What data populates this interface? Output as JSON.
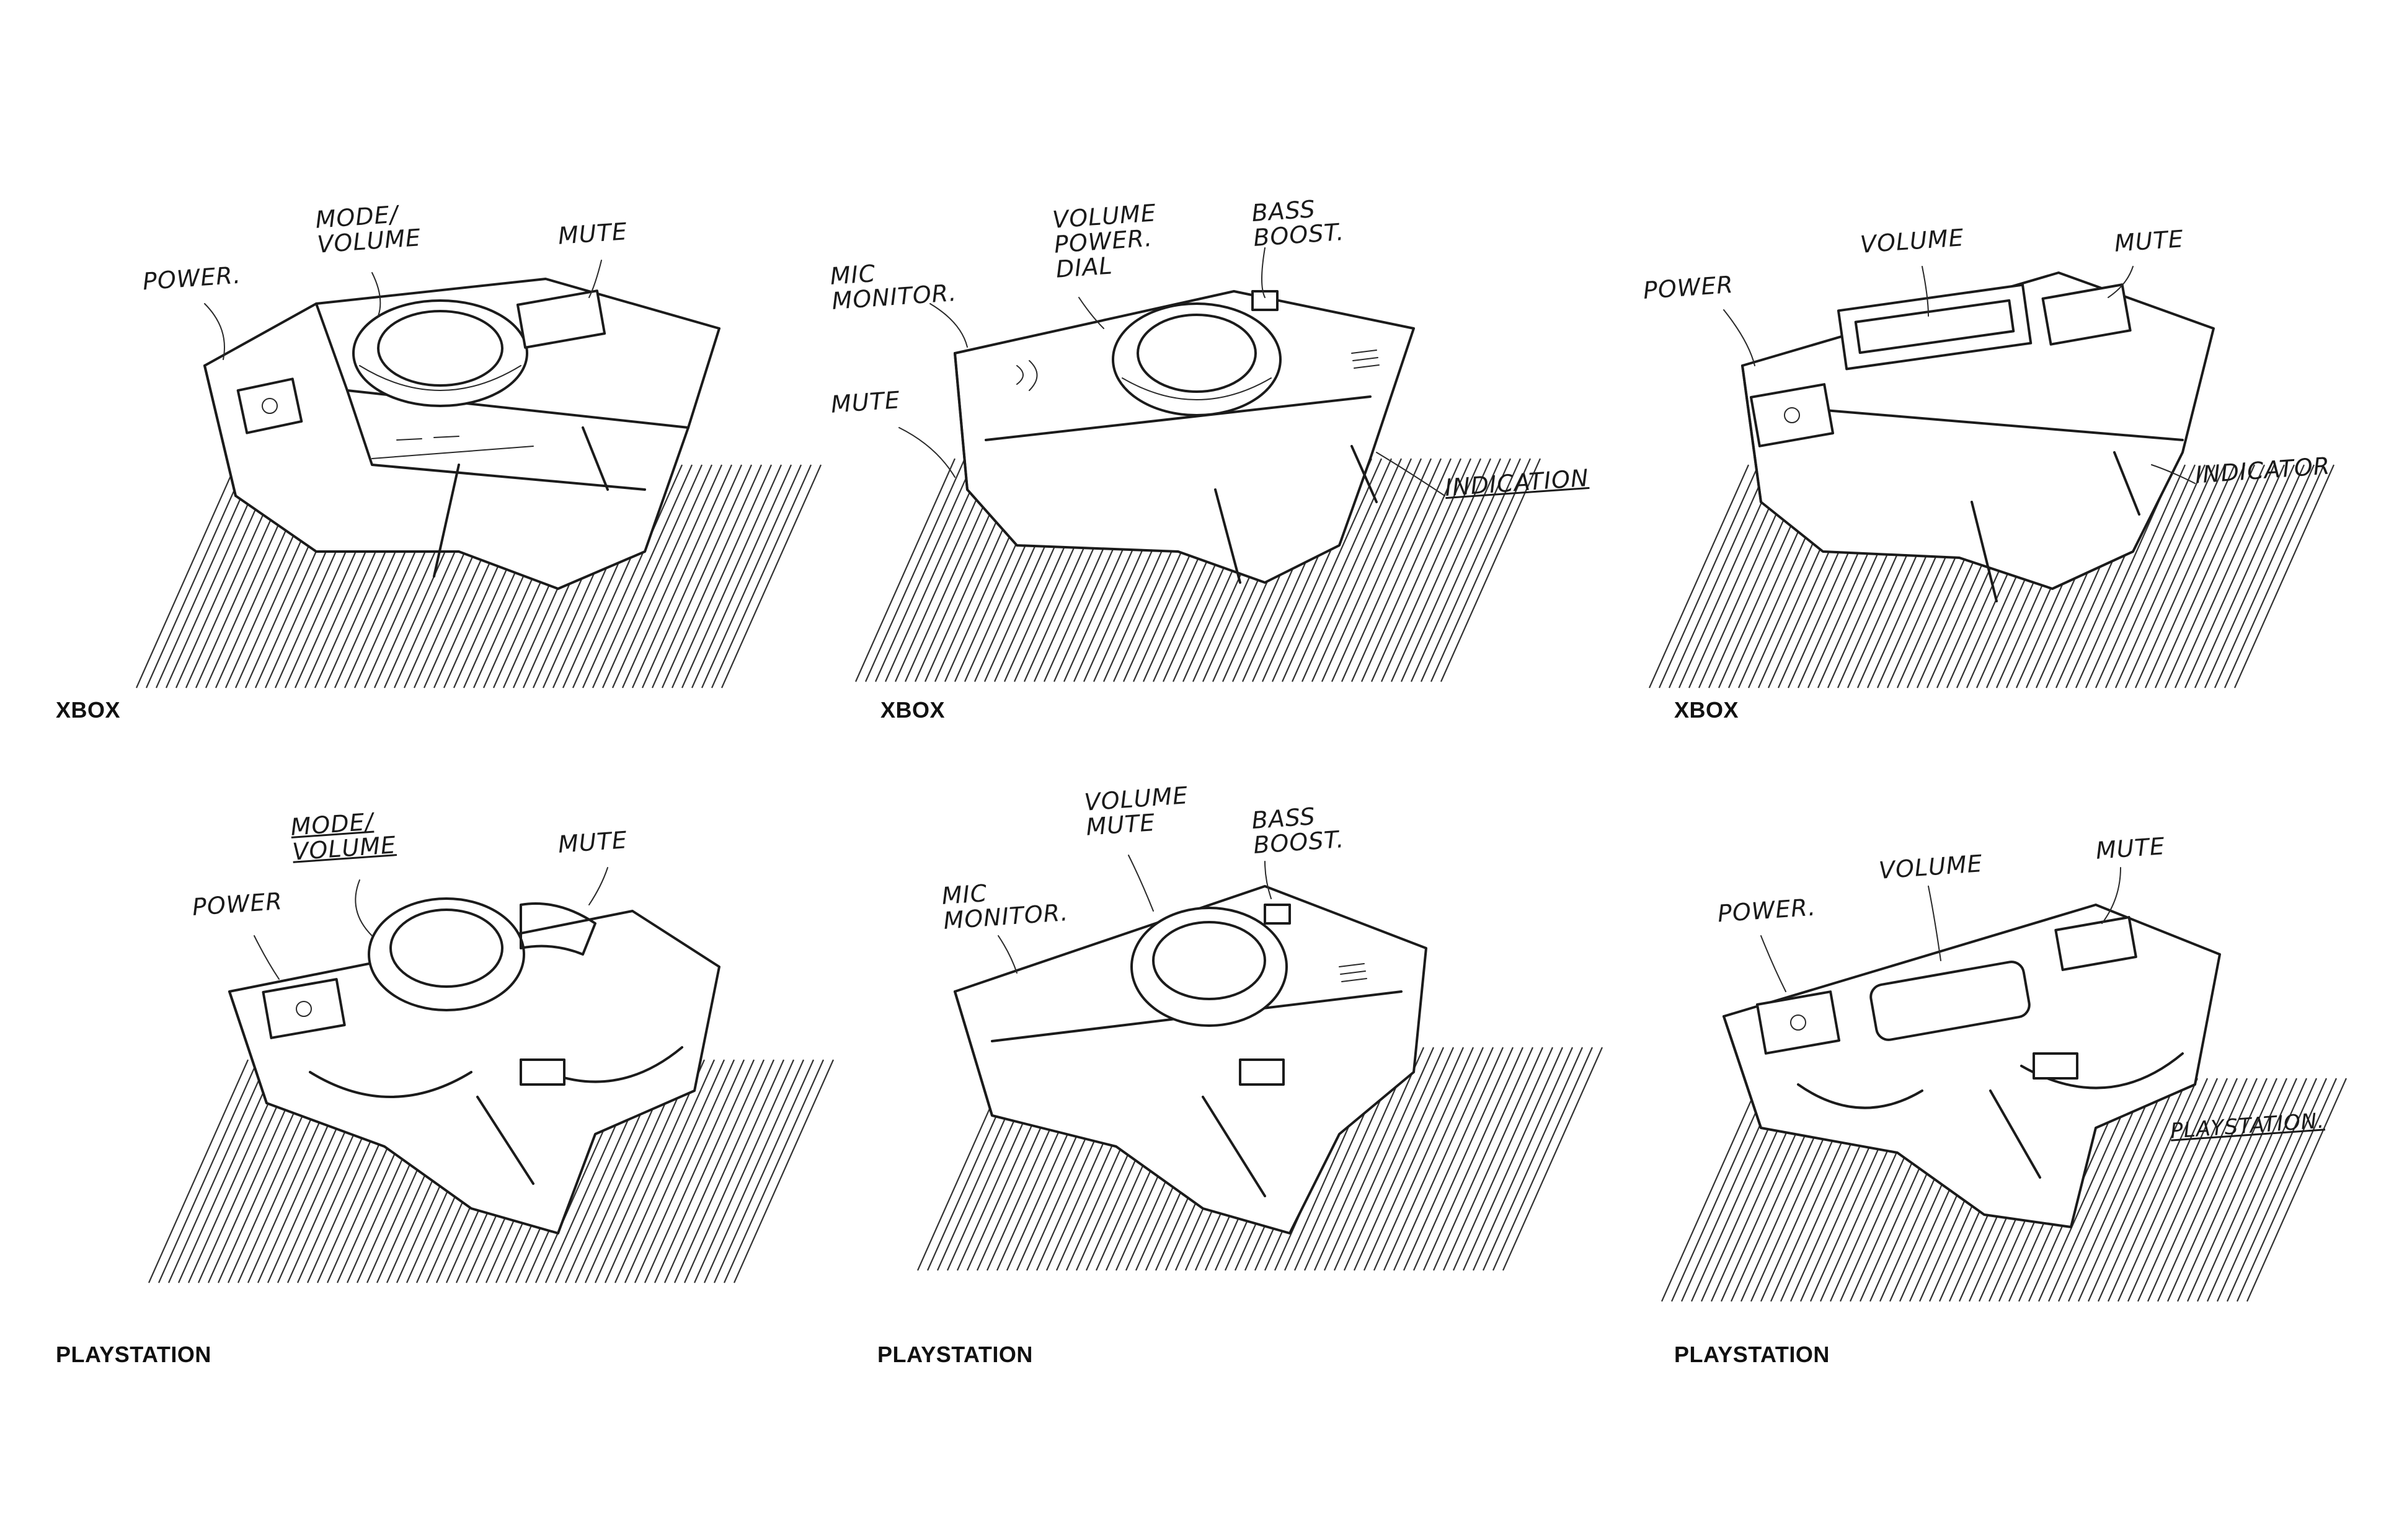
{
  "sketches": [
    {
      "platform": "XBOX",
      "labels": {
        "power": "POWER.",
        "mode": "MODE/\nVOLUME",
        "mute": "MUTE"
      }
    },
    {
      "platform": "XBOX",
      "labels": {
        "volume": "VOLUME\nPOWER.\nDIAL",
        "bass": "BASS\nBOOST.",
        "mic": "MIC\nMONITOR.",
        "mute": "MUTE",
        "indication": "INDICATION"
      }
    },
    {
      "platform": "XBOX",
      "labels": {
        "power": "POWER",
        "volume": "VOLUME",
        "mute": "MUTE",
        "indicator": "INDICATOR"
      }
    },
    {
      "platform": "PLAYSTATION",
      "labels": {
        "power": "POWER",
        "mode": "MODE/\nVOLUME",
        "mute": "MUTE"
      }
    },
    {
      "platform": "PLAYSTATION",
      "labels": {
        "volume": "VOLUME\nMUTE",
        "bass": "BASS\nBOOST.",
        "mic": "MIC\nMONITOR."
      }
    },
    {
      "platform": "PLAYSTATION",
      "labels": {
        "power": "POWER.",
        "volume": "VOLUME",
        "mute": "MUTE",
        "playstation": "PLAYSTATION."
      }
    }
  ]
}
